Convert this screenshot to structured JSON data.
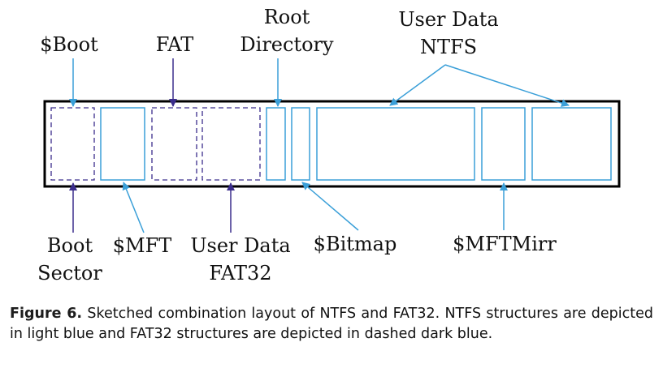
{
  "colors": {
    "ntfs": "#3a9fd8",
    "fat32": "#3b2d8c",
    "outline": "#000000"
  },
  "labels": {
    "boot": "$Boot",
    "fat": "FAT",
    "root_line1": "Root",
    "root_line2": "Directory",
    "userdata_ntfs_line1": "User Data",
    "userdata_ntfs_line2": "NTFS",
    "boot_sector_line1": "Boot",
    "boot_sector_line2": "Sector",
    "mft": "$MFT",
    "userdata_fat32_line1": "User Data",
    "userdata_fat32_line2": "FAT32",
    "bitmap": "$Bitmap",
    "mftmirr": "$MFTMirr"
  },
  "caption": {
    "figure_label": "Figure 6.",
    "text": " Sketched combination layout of NTFS and FAT32. NTFS structures are depicted in light blue and FAT32 structures are depicted in dashed dark blue."
  }
}
